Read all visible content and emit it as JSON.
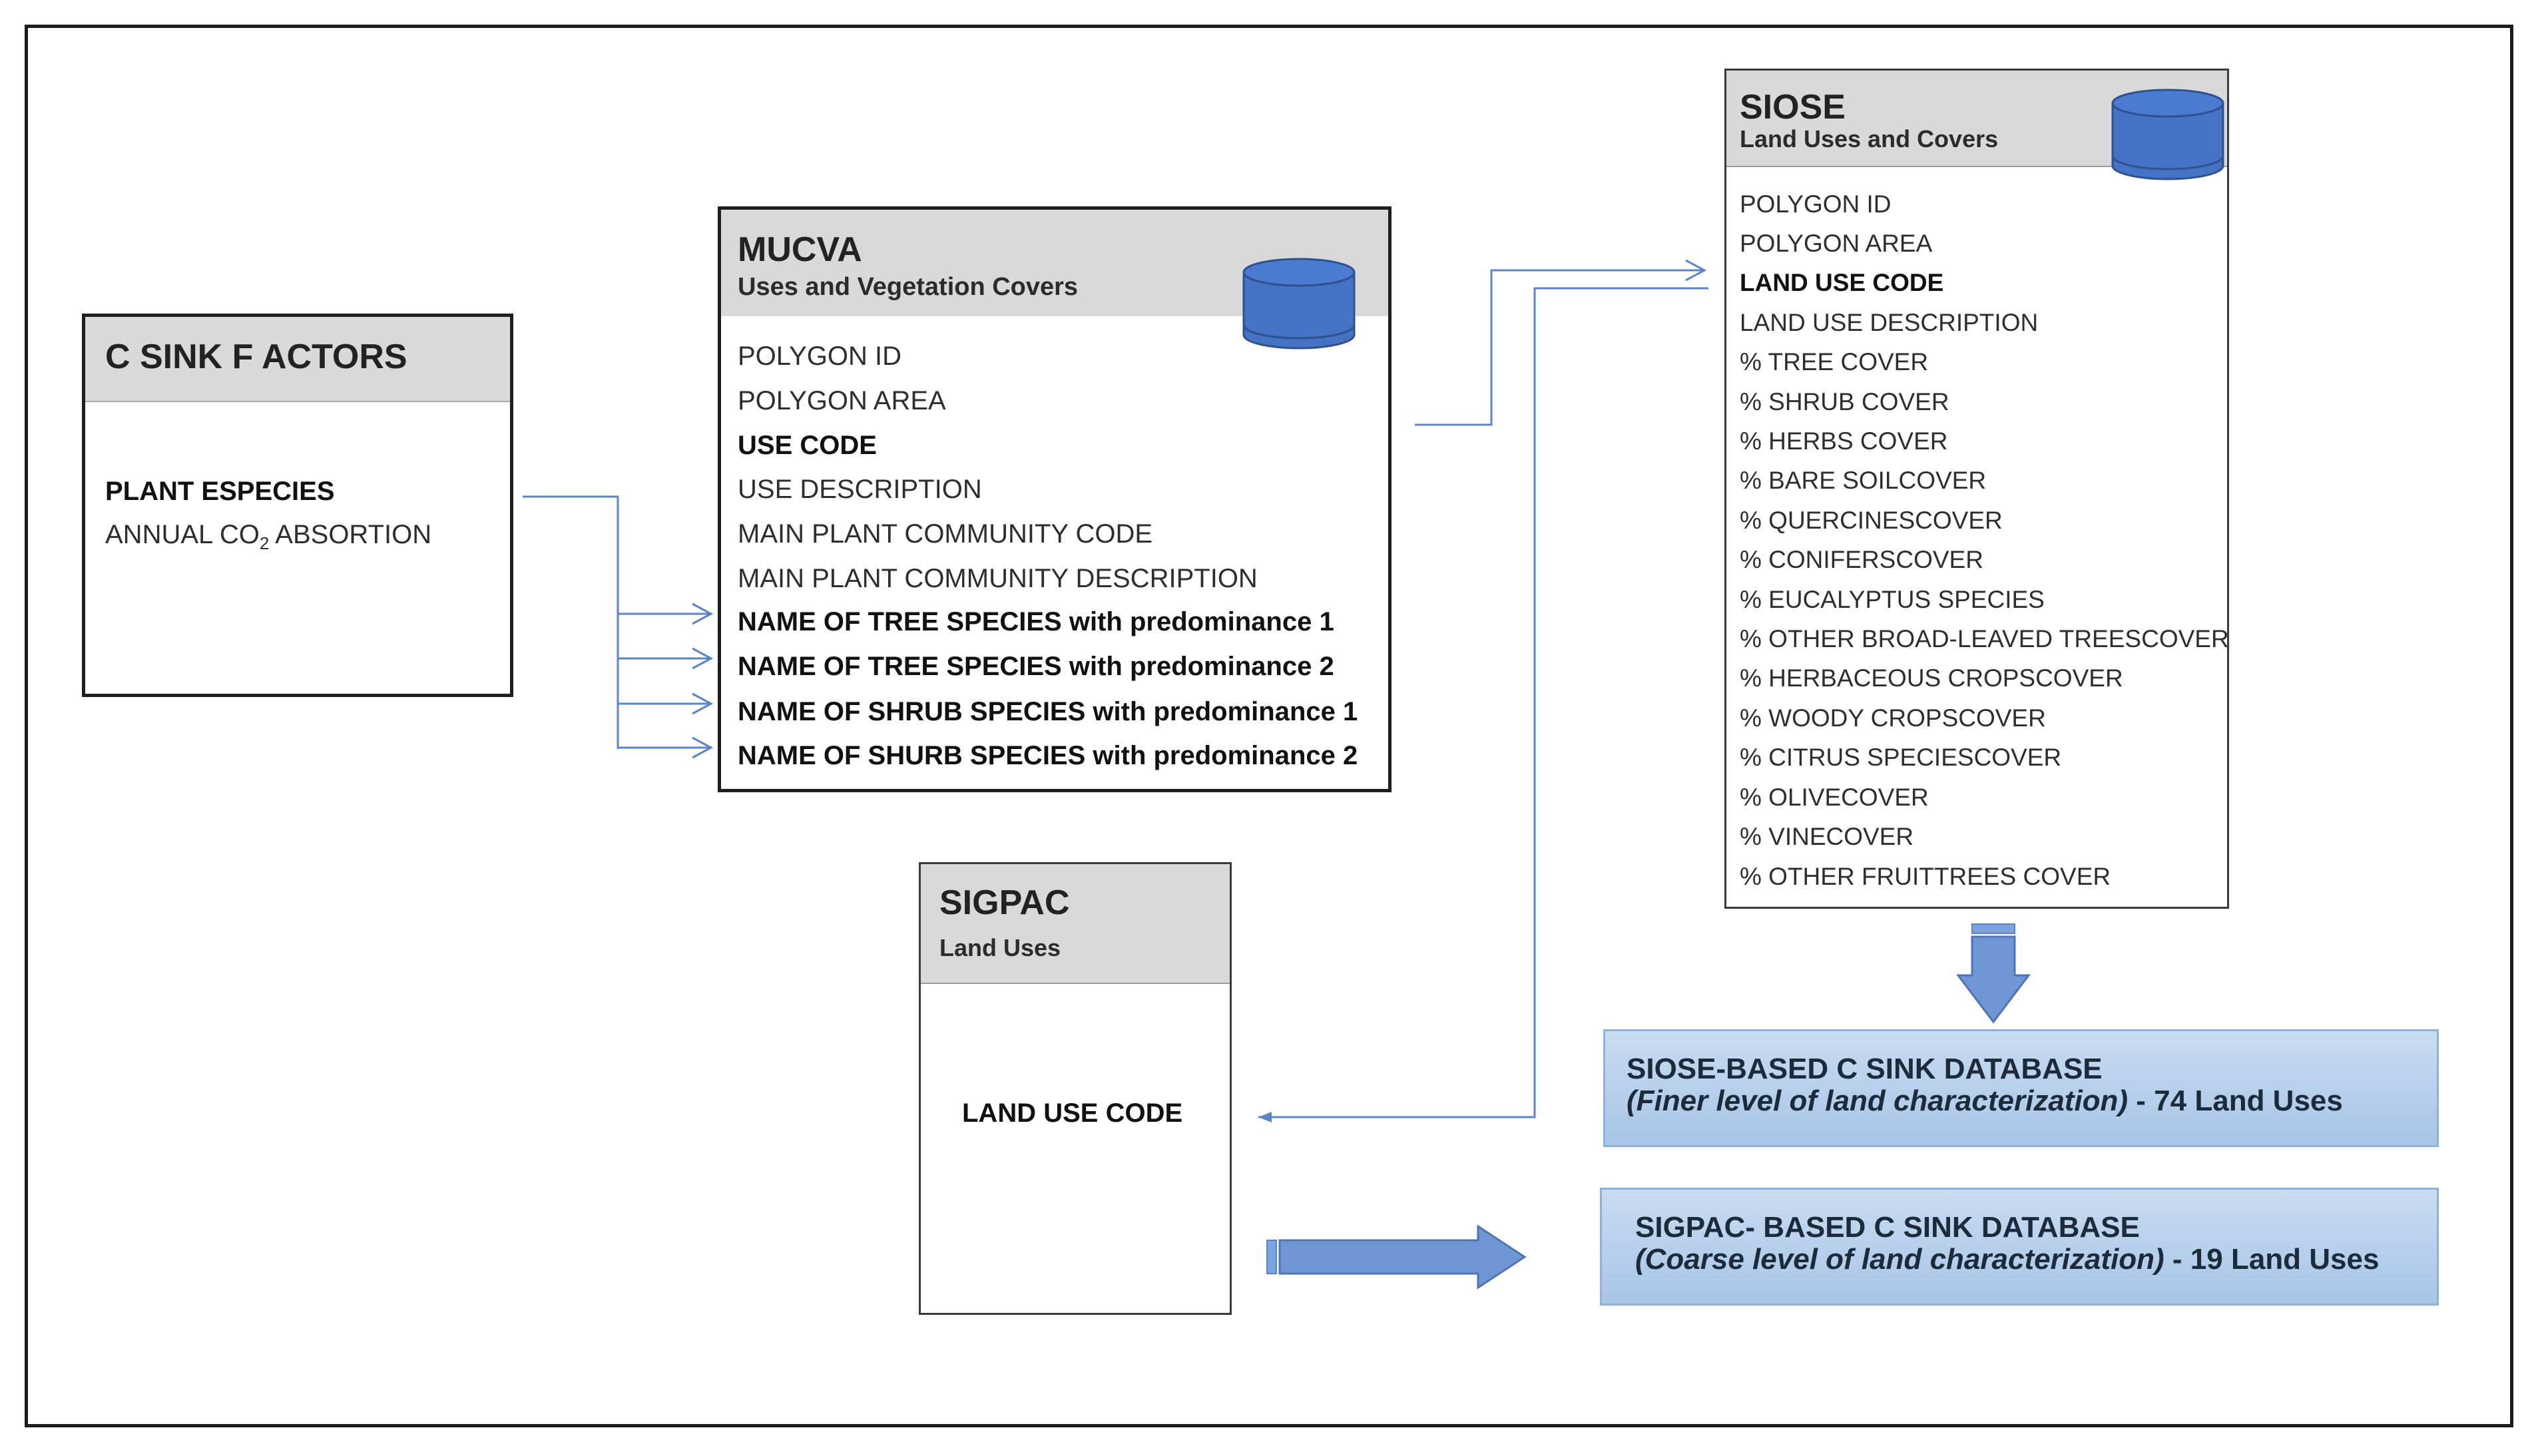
{
  "csink": {
    "title": "C SINK F ACTORS",
    "field1": "PLANT ESPECIES",
    "field2_pre": "ANNUAL CO",
    "field2_sub": "2",
    "field2_post": " ABSORTION"
  },
  "mucva": {
    "title": "MUCVA",
    "subtitle": "Uses and Vegetation Covers",
    "fields": [
      {
        "text": "POLYGON ID"
      },
      {
        "text": "POLYGON AREA"
      },
      {
        "text": "USE CODE"
      },
      {
        "text": "USE DESCRIPTION"
      },
      {
        "text": "MAIN PLANT COMMUNITY CODE"
      },
      {
        "text": "MAIN PLANT COMMUNITY DESCRIPTION"
      },
      {
        "text": "NAME OF TREE SPECIES with predominance 1"
      },
      {
        "text": "NAME OF TREE SPECIES with predominance 2"
      },
      {
        "text": "NAME OF SHRUB SPECIES with predominance 1"
      },
      {
        "text": "NAME OF SHURB SPECIES with predominance 2"
      }
    ]
  },
  "siose": {
    "title": "SIOSE",
    "subtitle": "Land Uses and Covers",
    "fields": [
      {
        "text": "POLYGON ID"
      },
      {
        "text": "POLYGON AREA"
      },
      {
        "text": "LAND USE CODE"
      },
      {
        "text": "LAND USE DESCRIPTION"
      },
      {
        "text": "% TREE COVER"
      },
      {
        "text": "% SHRUB COVER"
      },
      {
        "text": "% HERBS COVER"
      },
      {
        "text": "% BARE SOILCOVER"
      },
      {
        "text": "% QUERCINESCOVER"
      },
      {
        "text": "% CONIFERSCOVER"
      },
      {
        "text": "% EUCALYPTUS SPECIES"
      },
      {
        "text": "% OTHER BROAD-LEAVED TREESCOVER"
      },
      {
        "text": "% HERBACEOUS CROPSCOVER"
      },
      {
        "text": "% WOODY CROPSCOVER"
      },
      {
        "text": "% CITRUS SPECIESCOVER"
      },
      {
        "text": "% OLIVECOVER"
      },
      {
        "text": "% VINECOVER"
      },
      {
        "text": "% OTHER FRUITTREES COVER"
      }
    ]
  },
  "sigpac": {
    "title": "SIGPAC",
    "subtitle": "Land Uses",
    "field": "LAND USE CODE"
  },
  "result_siose": {
    "line1": "SIOSE-BASED C SINK DATABASE",
    "line2_italic": "(Finer level of land characterization)",
    "line2_rest": " - 74 Land Uses"
  },
  "result_sigpac": {
    "line1": "SIGPAC- BASED C SINK DATABASE",
    "line2_italic": "(Coarse level of land characterization)",
    "line2_rest": " - 19 Land Uses"
  },
  "colors": {
    "db_fill": "#4472c4",
    "connector": "#5b84c4",
    "block_arrow": "#6f97d6"
  }
}
